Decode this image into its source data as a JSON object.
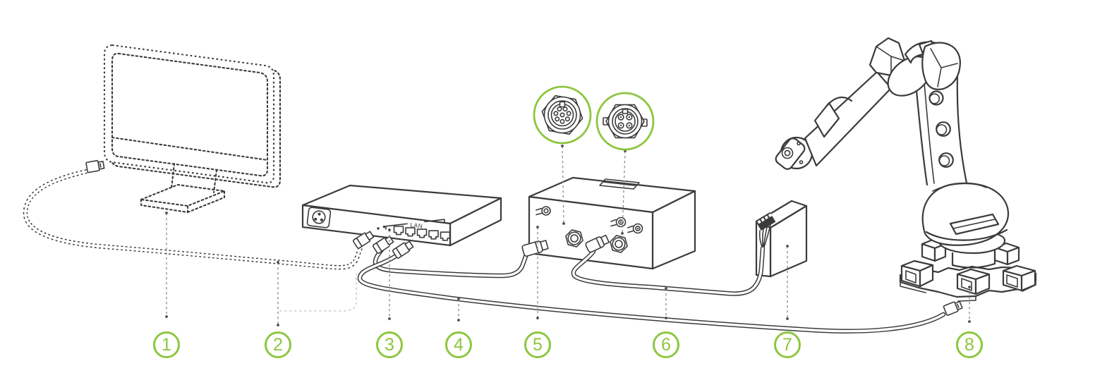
{
  "diagram": {
    "accent_color": "#8dc63f",
    "line_color": "#3b3b3b",
    "switch": {
      "lan_label": "LAN"
    },
    "callouts": [
      {
        "label": "1"
      },
      {
        "label": "2"
      },
      {
        "label": "3"
      },
      {
        "label": "4"
      },
      {
        "label": "5"
      },
      {
        "label": "6"
      },
      {
        "label": "7"
      },
      {
        "label": "8"
      }
    ]
  }
}
